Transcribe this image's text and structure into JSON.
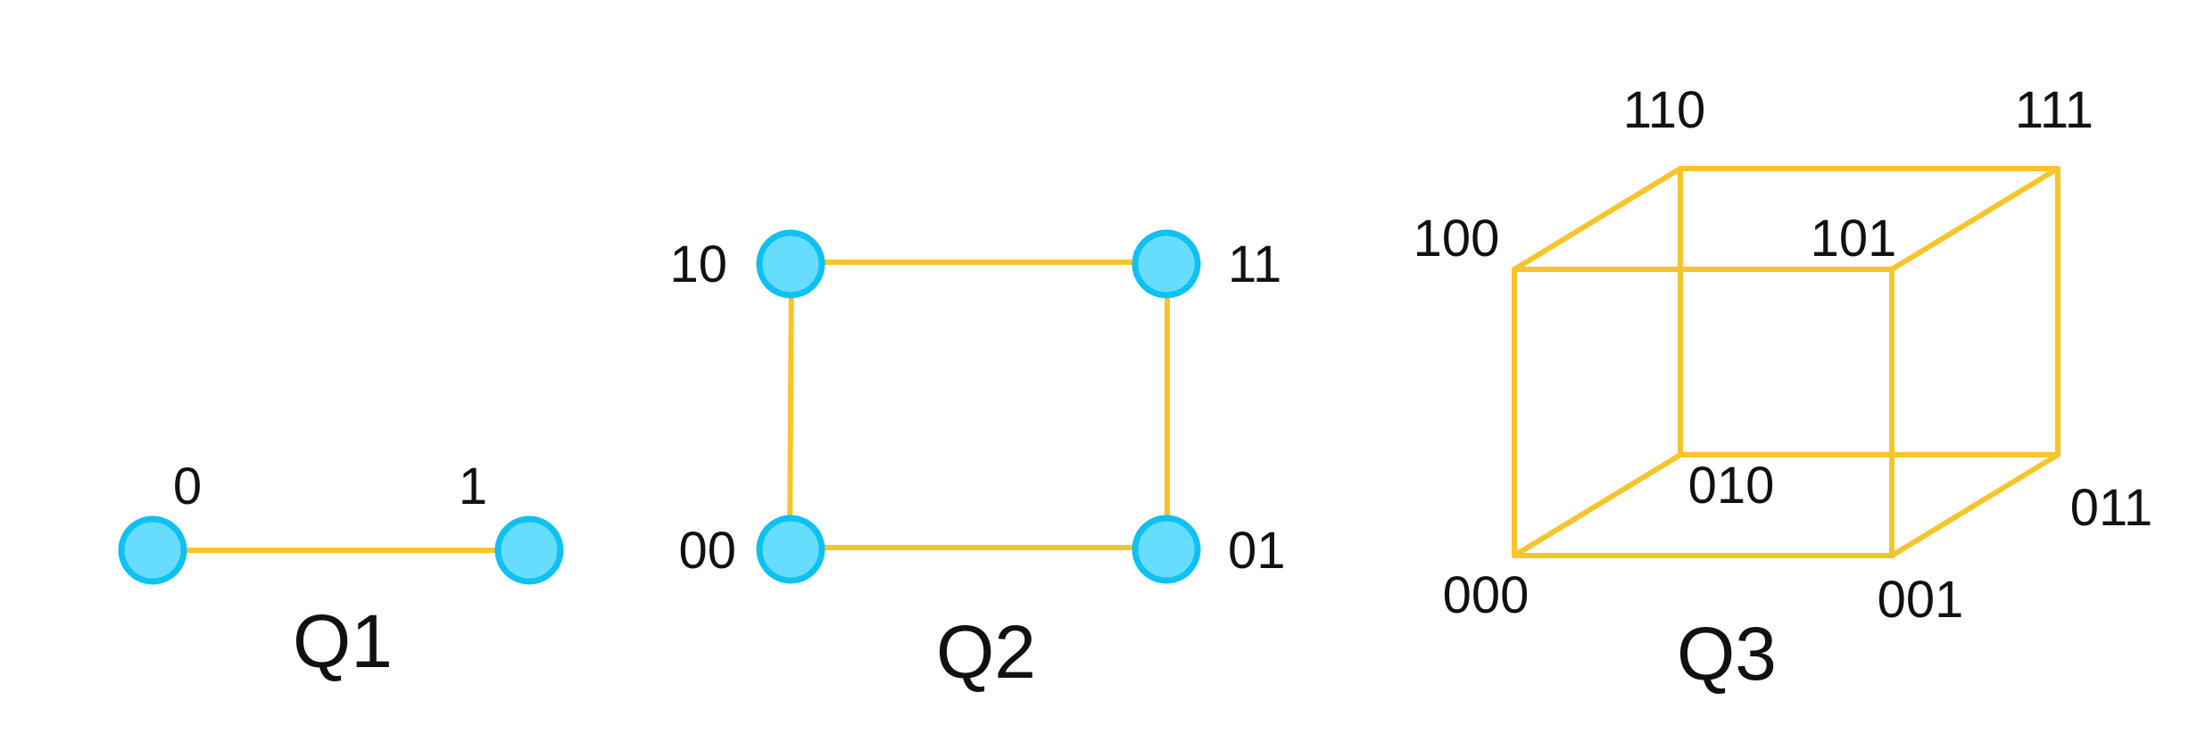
{
  "colors": {
    "edge": "#F7C52B",
    "node_fill": "#66DDFC",
    "node_stroke": "#0EC1F2",
    "text": "#111111",
    "background": "#FFFFFF"
  },
  "graphs": {
    "q1": {
      "title": "Q1",
      "labels": {
        "v0": "0",
        "v1": "1"
      }
    },
    "q2": {
      "title": "Q2",
      "labels": {
        "v00": "00",
        "v01": "01",
        "v10": "10",
        "v11": "11"
      }
    },
    "q3": {
      "title": "Q3",
      "labels": {
        "v000": "000",
        "v001": "001",
        "v010": "010",
        "v011": "011",
        "v100": "100",
        "v101": "101",
        "v110": "110",
        "v111": "111"
      }
    }
  }
}
